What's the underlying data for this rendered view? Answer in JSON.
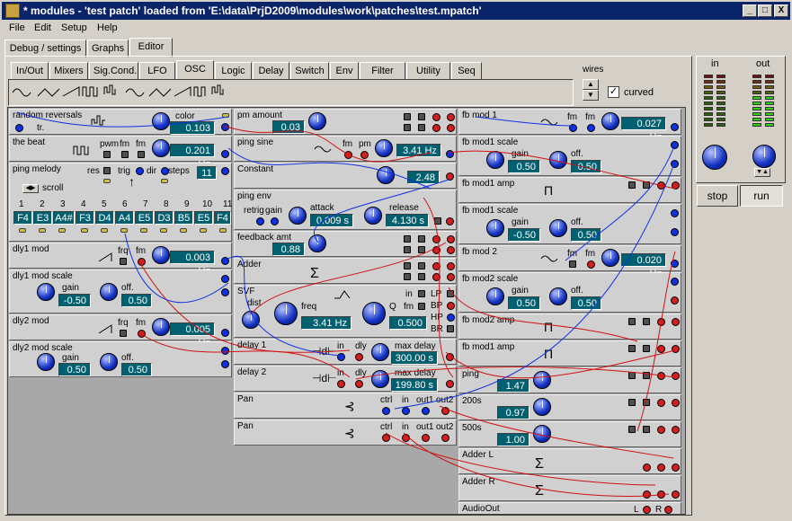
{
  "window": {
    "title": "* modules - 'test patch' loaded from 'E:\\data\\PrjD2009\\modules\\work\\patches\\test.mpatch'",
    "min": "_",
    "max": "□",
    "close": "X"
  },
  "menu": [
    "File",
    "Edit",
    "Setup",
    "Help"
  ],
  "main_tabs": [
    "Debug / settings",
    "Graphs",
    "Editor"
  ],
  "module_tabs": [
    "In/Out",
    "Mixers",
    "Sig.Cond.",
    "LFO",
    "OSC",
    "Logic",
    "Delay",
    "Switch",
    "Env",
    "Filter",
    "Utility",
    "Seq"
  ],
  "wires": {
    "label": "wires",
    "curved_label": "curved",
    "curved_checked": true
  },
  "side": {
    "in_label": "in",
    "out_label": "out",
    "stop": "stop",
    "run": "run"
  },
  "modules": {
    "random_reversals": {
      "title": "random reversals",
      "tr": "tr.",
      "param": "color",
      "value": "0.103"
    },
    "the_beat": {
      "title": "the beat",
      "pwm": "pwm",
      "fm1": "fm",
      "fm2": "fm",
      "value": "0.201 Hz"
    },
    "ping_melody": {
      "title": "ping melody",
      "res": "res",
      "trig": "trig",
      "dir": "dir",
      "steps": "steps",
      "steps_value": "11",
      "scroll": "scroll",
      "numbers": [
        "1",
        "2",
        "3",
        "4",
        "5",
        "6",
        "7",
        "8",
        "9",
        "10",
        "11"
      ],
      "keys": [
        "F4",
        "E3",
        "A4#",
        "F3",
        "D4",
        "A4",
        "E5",
        "D3",
        "B5",
        "E5",
        "F4"
      ]
    },
    "dly1_mod": {
      "title": "dly1 mod",
      "frq": "frq",
      "fm": "fm",
      "value": "0.003 Hz"
    },
    "dly1_mod_scale": {
      "title": "dly1 mod scale",
      "gain": "gain",
      "off": "off.",
      "gain_value": "-0.50",
      "off_value": "0.50"
    },
    "dly2_mod": {
      "title": "dly2 mod",
      "frq": "frq",
      "fm": "fm",
      "value": "0.005 Hz"
    },
    "dly2_mod_scale": {
      "title": "dly2 mod scale",
      "gain": "gain",
      "off": "off.",
      "gain_value": "0.50",
      "off_value": "0.50"
    },
    "pm_amount": {
      "title": "pm amount",
      "value": "0.03"
    },
    "ping_sine": {
      "title": "ping sine",
      "fm": "fm",
      "pm": "pm",
      "value": "3.41 Hz"
    },
    "constant": {
      "title": "Constant",
      "value": "2.48"
    },
    "ping_env": {
      "title": "ping env",
      "retrig": "retrig",
      "gain": "gain",
      "attack": "attack",
      "attack_value": "0.009 s",
      "release": "release",
      "release_value": "4.130 s"
    },
    "feedback_amt": {
      "title": "feedback amt",
      "value": "0.88"
    },
    "adder": {
      "title": "Adder",
      "sigma": "Σ"
    },
    "svf": {
      "title": "SVF",
      "dist": "dist",
      "freq": "freq",
      "freq_value": "3.41 Hz",
      "q": "Q",
      "q_value": "0.500",
      "in": "in",
      "fm": "fm",
      "lp": "LP",
      "bp": "BP",
      "hp": "HP",
      "br": "BR"
    },
    "delay1": {
      "title": "delay 1",
      "in": "in",
      "dly": "dly",
      "max": "max delay",
      "value": "300.00 s"
    },
    "delay2": {
      "title": "delay 2",
      "in": "in",
      "dly": "dly",
      "max": "max delay",
      "value": "199.80 s"
    },
    "pan1": {
      "title": "Pan",
      "ctrl": "ctrl",
      "in": "in",
      "out1": "out1",
      "out2": "out2"
    },
    "pan2": {
      "title": "Pan",
      "ctrl": "ctrl",
      "in": "in",
      "out1": "out1",
      "out2": "out2"
    },
    "fb_mod1": {
      "title": "fb mod 1",
      "fm1": "fm",
      "fm2": "fm",
      "value": "0.027 Hz"
    },
    "fb_mod1_scale": {
      "title": "fb mod1 scale",
      "gain": "gain",
      "off": "off.",
      "gain_value": "0.50",
      "off_value": "0.50"
    },
    "fb_mod1_amp": {
      "title": "fb mod1 amp",
      "glyph": "Π"
    },
    "fb_mod1_scale_b": {
      "title": "fb mod1 scale",
      "gain": "gain",
      "off": "off.",
      "gain_value": "-0.50",
      "off_value": "0.50"
    },
    "fb_mod2": {
      "title": "fb mod 2",
      "fm1": "fm",
      "fm2": "fm",
      "value": "0.020 Hz"
    },
    "fb_mod2_scale": {
      "title": "fb mod2 scale",
      "gain": "gain",
      "off": "off.",
      "gain_value": "0.50",
      "off_value": "0.50"
    },
    "fb_mod2_amp": {
      "title": "fb mod2 amp",
      "glyph": "Π"
    },
    "fb_mod1_amp_b": {
      "title": "fb mod1 amp",
      "glyph": "Π"
    },
    "ping": {
      "title": "ping",
      "value": "1.47"
    },
    "s200": {
      "title": "200s",
      "value": "0.97"
    },
    "s500": {
      "title": "500s",
      "value": "1.00"
    },
    "adder_l": {
      "title": "Adder L",
      "sigma": "Σ"
    },
    "adder_r": {
      "title": "Adder R",
      "sigma": "Σ"
    },
    "audio_out": {
      "title": "AudioOut",
      "l": "L",
      "r": "R"
    }
  }
}
